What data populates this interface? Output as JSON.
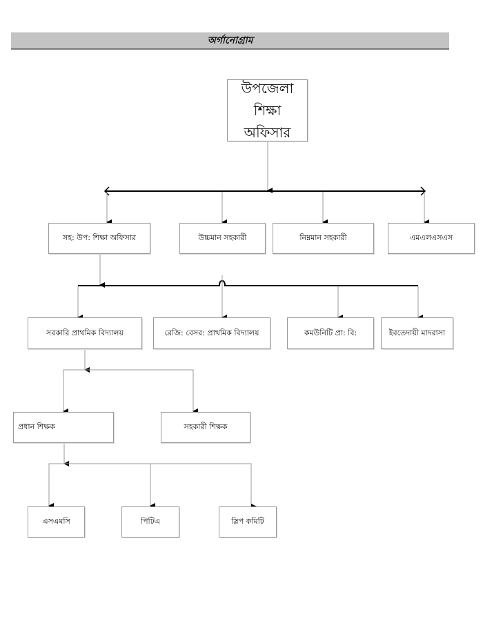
{
  "title": "অর্গানোগ্রাম",
  "nodes": {
    "root": {
      "line1": "উপজেলা শিক্ষা",
      "line2": "অফিসার"
    },
    "level1": [
      "সহ: উপ: শিক্ষা অফিসার",
      "উচ্চমান সহকারী",
      "নিম্নমান সহকারী",
      "এমএলএসএস"
    ],
    "level2": [
      "সরকারি প্রাথমিক বিদ্যালয়",
      "রেজি: বেসর: প্রাথমিক বিদ্যালয়",
      "কমউনিটি প্রা: বি:",
      "ইবতেদায়ী মাদরাসা"
    ],
    "level3": [
      "প্রধান শিক্ষক",
      "সহকারী শিক্ষক"
    ],
    "level4": [
      "এসএমসি",
      "পিটিএ",
      "স্লিপ কমিটি"
    ]
  },
  "colors": {
    "title_bar": "#c3c3c3",
    "connector": "#9a9a9a",
    "bus": "#000000"
  }
}
